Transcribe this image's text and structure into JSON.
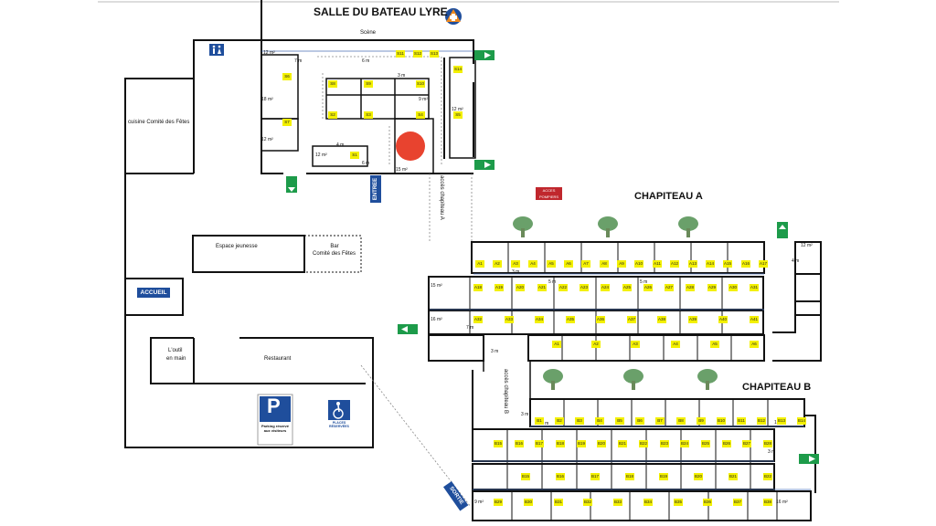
{
  "title": "SALLE DU BATEAU LYRE",
  "scene_label": "Scène",
  "chapiteau_a": "CHAPITEAU A",
  "chapiteau_b": "CHAPITEAU B",
  "acces_pompiers": "ACCES POMPIERS",
  "acces_chapiteau_a": "accès chapiteau A",
  "acces_chapiteau_b": "accès chapiteau B",
  "entree": "ENTREE",
  "sortie": "SORTIE",
  "accueil": "ACCUEIL",
  "cuisine": "cuisine Comité des Fêtes",
  "espace_jeunesse": "Espace jeunesse",
  "bar_line1": "Bar",
  "bar_line2": "Comité des Fêtes",
  "outil_line1": "L'outil",
  "outil_line2": "en main",
  "restaurant": "Restaurant",
  "parking_letter": "P",
  "parking_text": "Parking réservé aux visiteurs",
  "handicap_text": "PLACES RÉSERVÉES",
  "colors": {
    "wall": "#111111",
    "stand": "#f3f000",
    "exit": "#1d9b4a",
    "sign": "#1f4e9c",
    "pompiers": "#c0272d",
    "tree": "#6aa06a",
    "marker": "#e8432f"
  },
  "hall_stands": [
    "S6",
    "S7",
    "S8",
    "S9",
    "S10",
    "S11",
    "S12",
    "S13",
    "S14",
    "S2",
    "S3",
    "S4",
    "S5",
    "S1"
  ],
  "stands_a": {
    "row1": [
      "A1",
      "A2",
      "A3",
      "A4",
      "A5",
      "A6",
      "A7",
      "A8",
      "A9",
      "A10",
      "A11",
      "A12",
      "A13",
      "A14",
      "A15",
      "A16",
      "A17"
    ],
    "row2": [
      "A18",
      "A19",
      "A20",
      "A21",
      "A22",
      "A23",
      "A24",
      "A25",
      "A26",
      "A27",
      "A28",
      "A29",
      "A30",
      "A31"
    ],
    "row3": [
      "A32",
      "A33",
      "A34",
      "A35",
      "A36",
      "A37",
      "A38",
      "A39",
      "A40",
      "A41"
    ]
  },
  "stands_b": {
    "row1": [
      "B1",
      "B2",
      "B3",
      "B4",
      "B5",
      "B6",
      "B7",
      "B8",
      "B9",
      "B10",
      "B11",
      "B12",
      "B13",
      "B14"
    ],
    "row2": [
      "B15",
      "B16",
      "B17",
      "B18",
      "B19",
      "B20",
      "B21",
      "B22",
      "B23",
      "B24",
      "B25",
      "B26",
      "B27",
      "B28"
    ],
    "row3": [
      "B29",
      "B30",
      "B31",
      "B32",
      "B33",
      "B34",
      "B35",
      "B36",
      "B37",
      "B38"
    ]
  },
  "dims": {
    "d3": "3 m",
    "d4": "4 m",
    "d5": "5 m",
    "d6": "6 m",
    "d7": "7 m",
    "a9": "9 m²",
    "a12": "12 m²",
    "a15": "15 m²",
    "a16": "16 m²",
    "a18": "18 m²"
  }
}
